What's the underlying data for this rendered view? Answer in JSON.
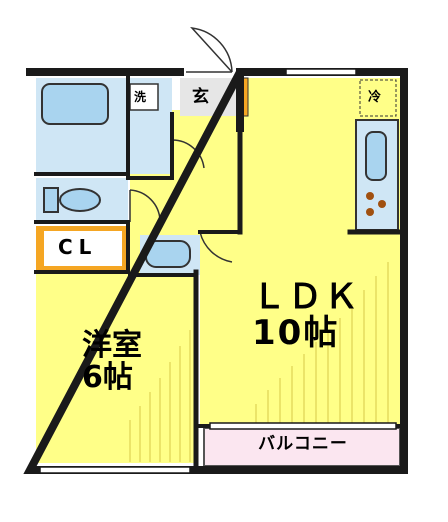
{
  "rooms": {
    "ldk": "ＬＤＫ\n10帖",
    "bedroom": "洋室\n6帖",
    "closet": "CL",
    "entrance": "玄",
    "washer": "洗",
    "fridge": "冷",
    "balcony": "バルコニー"
  },
  "colors": {
    "wall": "#1a1a1a",
    "room_fill": "#ffff88",
    "wet_area": "#cfe6f5",
    "closet": "#f5a623",
    "balcony": "#fbe6f0",
    "entrance": "#e6e6e6"
  }
}
